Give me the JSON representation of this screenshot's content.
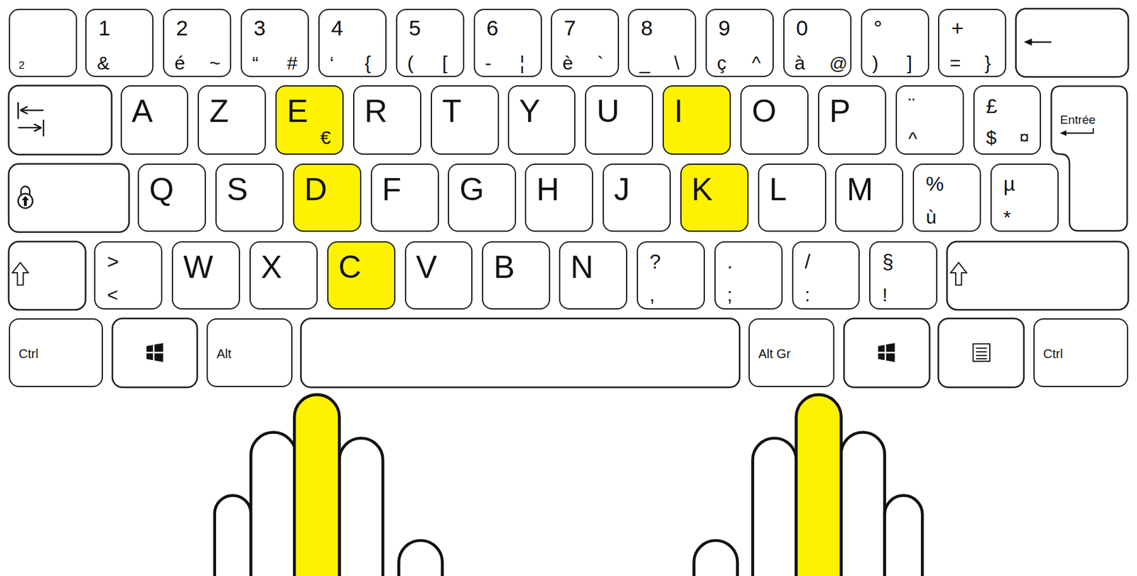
{
  "diagram": {
    "nodes": [
      {
        "text": [
          "2"
        ]
      },
      {
        "text": [
          "1",
          "&"
        ]
      },
      {
        "text": [
          "2",
          "é",
          "~"
        ]
      },
      {
        "text": [
          "3",
          "“",
          "#"
        ]
      },
      {
        "text": [
          "4",
          "‘",
          "{"
        ]
      },
      {
        "text": [
          "5",
          "(",
          "["
        ]
      },
      {
        "text": [
          "6",
          "-",
          "¦"
        ]
      },
      {
        "text": [
          "7",
          "è",
          "`"
        ]
      },
      {
        "text": [
          "8",
          "_",
          "\\"
        ]
      },
      {
        "text": [
          "9",
          "ç",
          "^"
        ]
      },
      {
        "text": [
          "0",
          "à",
          "@"
        ]
      },
      {
        "text": [
          "°",
          ")",
          "]"
        ]
      },
      {
        "text": [
          "+",
          "=",
          "}"
        ]
      },
      {
        "text": [
          "A"
        ]
      },
      {
        "text": [
          "Z"
        ]
      },
      {
        "text": [
          "E",
          "€"
        ]
      },
      {
        "text": [
          "R"
        ]
      },
      {
        "text": [
          "T"
        ]
      },
      {
        "text": [
          "Y"
        ]
      },
      {
        "text": [
          "U"
        ]
      },
      {
        "text": [
          "I"
        ]
      },
      {
        "text": [
          "O"
        ]
      },
      {
        "text": [
          "P"
        ]
      },
      {
        "text": [
          "¨",
          "^"
        ]
      },
      {
        "text": [
          "£",
          "$",
          "¤"
        ]
      },
      {
        "text": [
          "Entrée"
        ]
      },
      {
        "text": [
          "Q"
        ]
      },
      {
        "text": [
          "S"
        ]
      },
      {
        "text": [
          "D"
        ]
      },
      {
        "text": [
          "F"
        ]
      },
      {
        "text": [
          "G"
        ]
      },
      {
        "text": [
          "H"
        ]
      },
      {
        "text": [
          "J"
        ]
      },
      {
        "text": [
          "K"
        ]
      },
      {
        "text": [
          "L"
        ]
      },
      {
        "text": [
          "M"
        ]
      },
      {
        "text": [
          "%",
          "ù"
        ]
      },
      {
        "text": [
          "µ",
          "*"
        ]
      },
      {
        "text": [
          ">",
          "<"
        ]
      },
      {
        "text": [
          "W"
        ]
      },
      {
        "text": [
          "X"
        ]
      },
      {
        "text": [
          "C"
        ]
      },
      {
        "text": [
          "V"
        ]
      },
      {
        "text": [
          "B"
        ]
      },
      {
        "text": [
          "N"
        ]
      },
      {
        "text": [
          "?",
          ","
        ]
      },
      {
        "text": [
          ".",
          ";"
        ]
      },
      {
        "text": [
          "/",
          ":"
        ]
      },
      {
        "text": [
          "§",
          "!"
        ]
      },
      {
        "text": [
          "Ctrl"
        ]
      },
      {
        "text": [
          "Alt"
        ]
      },
      {
        "text": [
          "Alt Gr"
        ]
      },
      {
        "text": [
          "Ctrl"
        ]
      }
    ]
  }
}
